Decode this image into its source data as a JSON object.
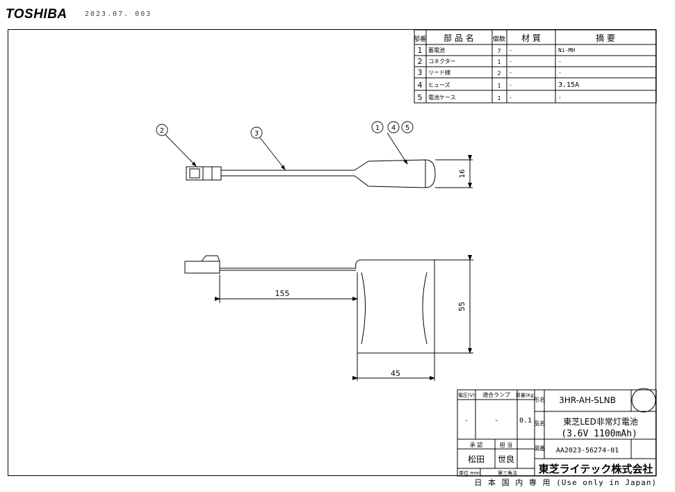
{
  "header": {
    "brand": "TOSHIBA",
    "doc_number": "2023.07. 003"
  },
  "parts_table": {
    "headers": {
      "no": "部番",
      "name": "部 品 名",
      "qty": "個数",
      "material": "材 質",
      "note": "摘 要"
    },
    "rows": [
      {
        "no": "1",
        "name": "蓄電池",
        "qty": "7",
        "material": "-",
        "note": "Ni-MH"
      },
      {
        "no": "2",
        "name": "コネクター",
        "qty": "1",
        "material": "-",
        "note": "-"
      },
      {
        "no": "3",
        "name": "リード線",
        "qty": "2",
        "material": "-",
        "note": "-"
      },
      {
        "no": "4",
        "name": "ヒューズ",
        "qty": "1",
        "material": "-",
        "note": "3.15A"
      },
      {
        "no": "5",
        "name": "電池ケース",
        "qty": "1",
        "material": "-",
        "note": "-"
      }
    ]
  },
  "balloons": {
    "b2": "2",
    "b3": "3",
    "b1": "1",
    "b4": "4",
    "b5": "5"
  },
  "dimensions": {
    "thickness": "16",
    "lead_length": "155",
    "height": "55",
    "width": "45"
  },
  "title_block": {
    "voltage_label": "電圧(V)",
    "lamp_label": "適合ランプ",
    "weight_label": "質量(Kg)",
    "voltage_value": "-",
    "lamp_value": "-",
    "weight_value": "0.1",
    "model_side": "形名",
    "model": "3HR-AH-SLNB",
    "product_side": "品名",
    "product_name": "東芝LED非常灯電池",
    "product_spec": "(3.6V 1100mAh)",
    "approve_label": "承 認",
    "charge_label": "担 当",
    "approver": "松田",
    "person_in_charge": "世良",
    "drawing_side": "図番",
    "drawing_number": "AA2023-56274-01",
    "unit_label": "単位 mm",
    "projection_label": "第三角法",
    "company": "東芝ライテック株式会社"
  },
  "footer": "日 本 国 内 専 用 (Use only in Japan)"
}
